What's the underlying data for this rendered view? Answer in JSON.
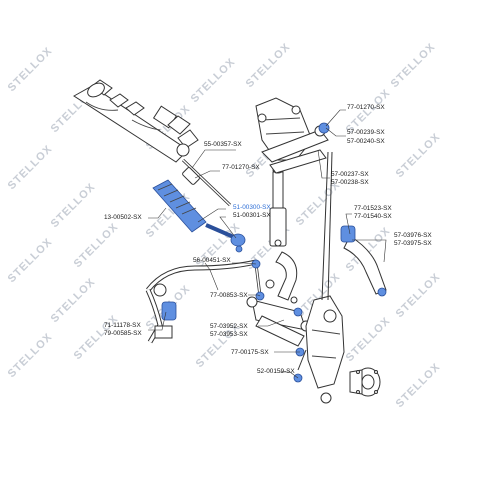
{
  "diagram": {
    "watermark": "STELLOX",
    "labels": [
      {
        "id": "lbl-77-01270-top",
        "text": "77-01270-SX"
      },
      {
        "id": "lbl-57-00239",
        "text": "57-00239-SX"
      },
      {
        "id": "lbl-57-00240",
        "text": "57-00240-SX"
      },
      {
        "id": "lbl-55-00357",
        "text": "55-00357-SX"
      },
      {
        "id": "lbl-77-01270-mid",
        "text": "77-01270-SX"
      },
      {
        "id": "lbl-57-00237",
        "text": "57-00237-SX"
      },
      {
        "id": "lbl-57-00238",
        "text": "57-00238-SX"
      },
      {
        "id": "lbl-51-00300",
        "text": "51-00300-SX",
        "highlight": true
      },
      {
        "id": "lbl-51-00301",
        "text": "51-00301-SX"
      },
      {
        "id": "lbl-13-00502",
        "text": "13-00502-SX"
      },
      {
        "id": "lbl-77-01523",
        "text": "77-01523-SX"
      },
      {
        "id": "lbl-77-01540",
        "text": "77-01540-SX"
      },
      {
        "id": "lbl-57-03976",
        "text": "57-03976-SX"
      },
      {
        "id": "lbl-57-03975",
        "text": "57-03975-SX"
      },
      {
        "id": "lbl-56-00451",
        "text": "56-00451-SX"
      },
      {
        "id": "lbl-77-00853",
        "text": "77-00853-SX"
      },
      {
        "id": "lbl-71-11178",
        "text": "71-11178-SX"
      },
      {
        "id": "lbl-79-00585",
        "text": "79-00585-SX"
      },
      {
        "id": "lbl-57-03952",
        "text": "57-03952-SX"
      },
      {
        "id": "lbl-57-03953",
        "text": "57-03953-SX"
      },
      {
        "id": "lbl-77-00175",
        "text": "77-00175-SX"
      },
      {
        "id": "lbl-52-00159",
        "text": "52-00159-SX"
      }
    ],
    "colors": {
      "highlight_part": "#5f8fe0",
      "highlight_text": "#2f6fd6",
      "watermark": "#c9ced6"
    }
  }
}
